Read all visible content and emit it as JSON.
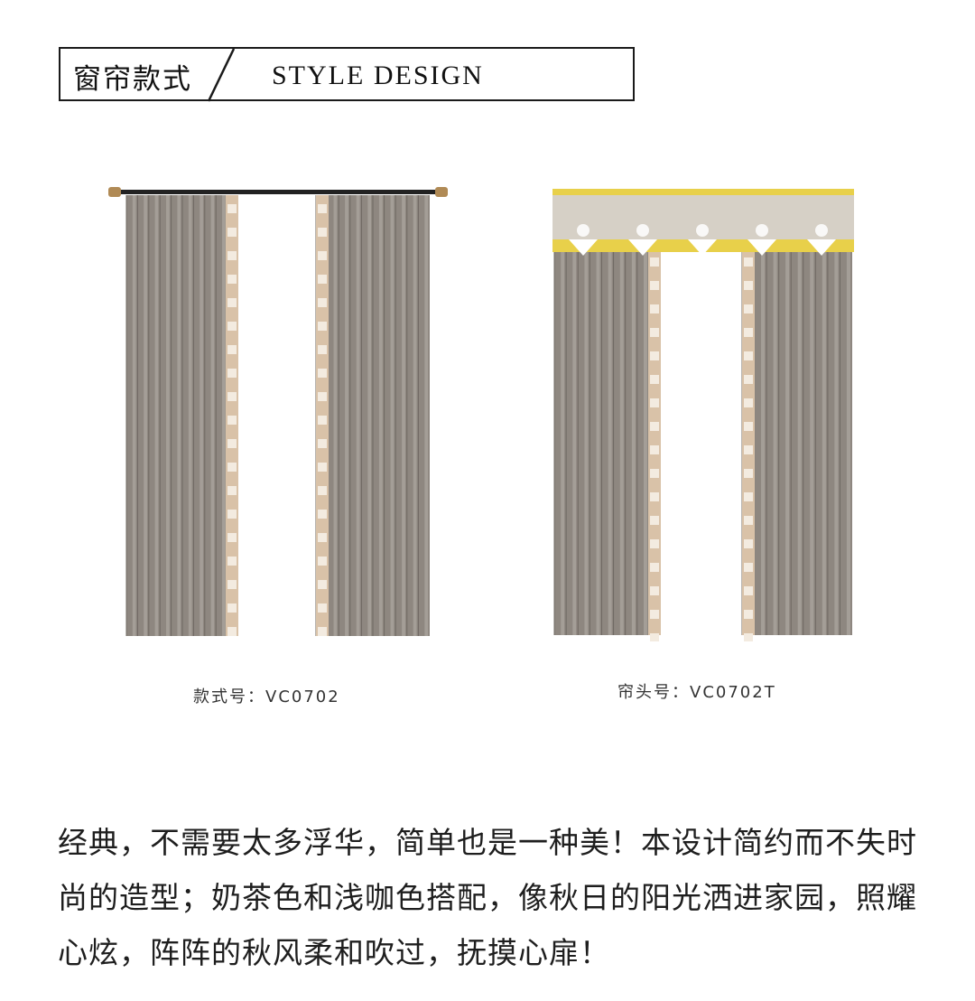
{
  "header": {
    "title_cn": "窗帘款式",
    "title_en": "STYLE DESIGN"
  },
  "figures": [
    {
      "caption": "款式号：VC0702"
    },
    {
      "caption": "帘头号：VC0702T"
    }
  ],
  "description": "经典，不需要太多浮华，简单也是一种美！本设计简约而不失时尚的造型；奶茶色和浅咖色搭配，像秋日的阳光洒进家园，照耀心炫，阵阵的秋风柔和吹过，抚摸心扉！",
  "colors": {
    "curtain_fabric": "#8e8780",
    "curtain_highlight": "#a49e97",
    "trim_pattern": "#d9c2a8",
    "valance_beige": "#d6d0c6",
    "valance_yellow": "#e8d04a",
    "rod": "#222222",
    "rod_finial": "#b08a55"
  }
}
